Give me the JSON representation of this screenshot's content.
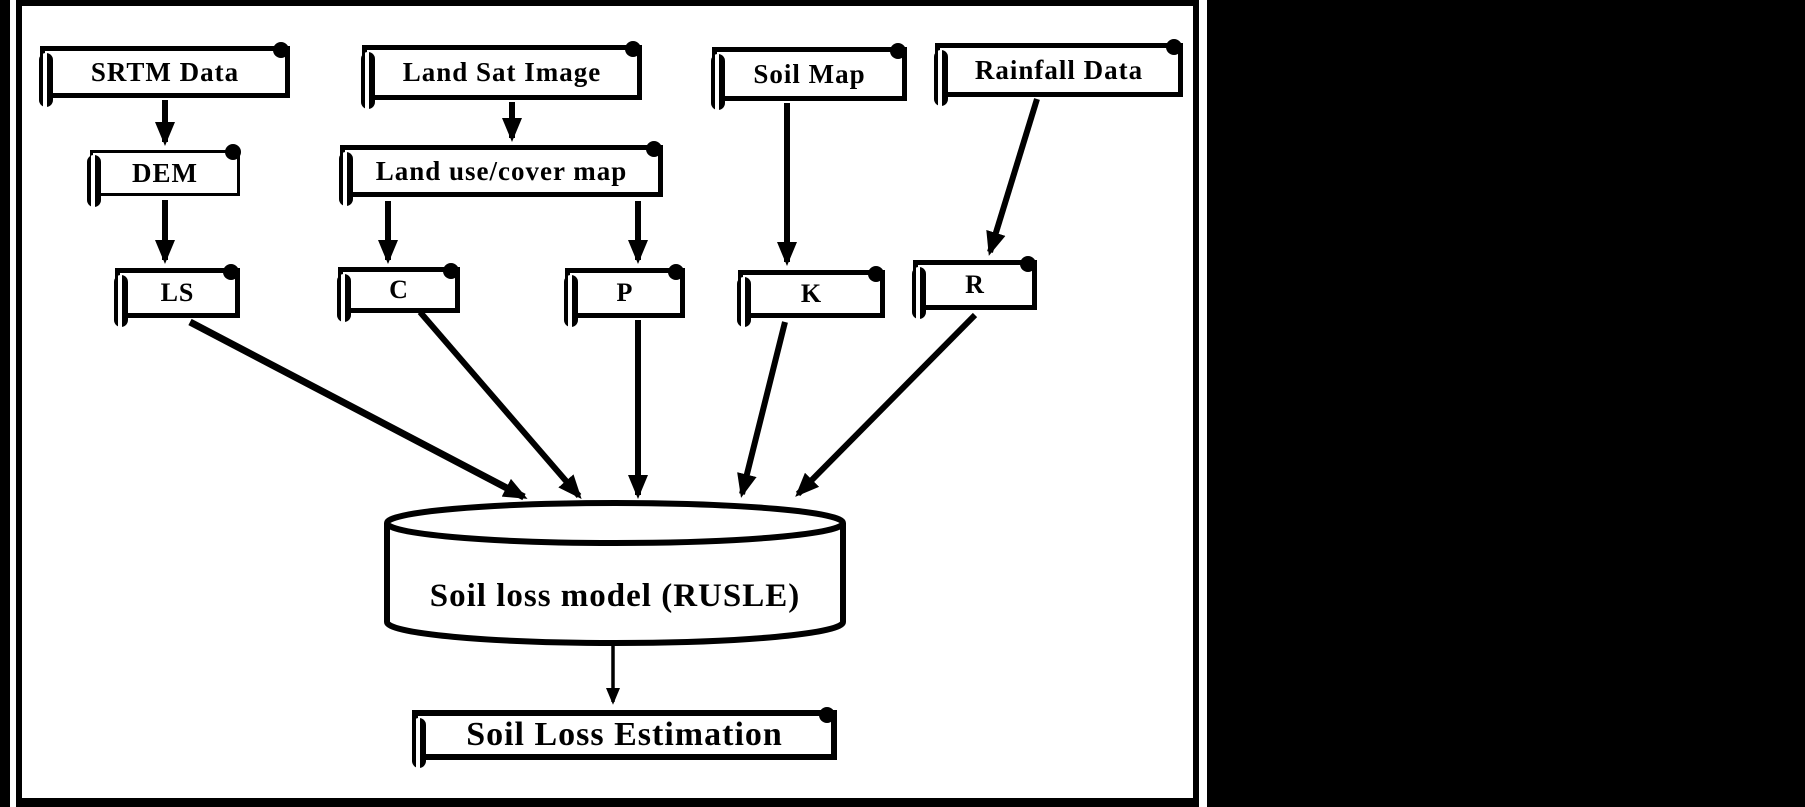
{
  "diagram": {
    "title": "Soil loss estimation flowchart (RUSLE)",
    "colors": {
      "background": "#000000",
      "panel": "#ffffff",
      "ink": "#000000"
    },
    "nodes": {
      "srtm": {
        "label": "SRTM Data"
      },
      "landsat": {
        "label": "Land Sat Image"
      },
      "soilmap": {
        "label": "Soil Map"
      },
      "rainfall": {
        "label": "Rainfall Data"
      },
      "dem": {
        "label": "DEM"
      },
      "lumap": {
        "label": "Land use/cover map"
      },
      "ls": {
        "label": "LS"
      },
      "c": {
        "label": "C"
      },
      "p": {
        "label": "P"
      },
      "k": {
        "label": "K"
      },
      "r": {
        "label": "R"
      },
      "model": {
        "label": "Soil loss model (RUSLE)"
      },
      "output": {
        "label": "Soil Loss Estimation"
      }
    },
    "edges": [
      {
        "from": "srtm",
        "to": "dem"
      },
      {
        "from": "landsat",
        "to": "lumap"
      },
      {
        "from": "soilmap",
        "to": "k"
      },
      {
        "from": "rainfall",
        "to": "r"
      },
      {
        "from": "dem",
        "to": "ls"
      },
      {
        "from": "lumap",
        "to": "c"
      },
      {
        "from": "lumap",
        "to": "p"
      },
      {
        "from": "ls",
        "to": "model"
      },
      {
        "from": "c",
        "to": "model"
      },
      {
        "from": "p",
        "to": "model"
      },
      {
        "from": "k",
        "to": "model"
      },
      {
        "from": "r",
        "to": "model"
      },
      {
        "from": "model",
        "to": "output"
      }
    ]
  }
}
